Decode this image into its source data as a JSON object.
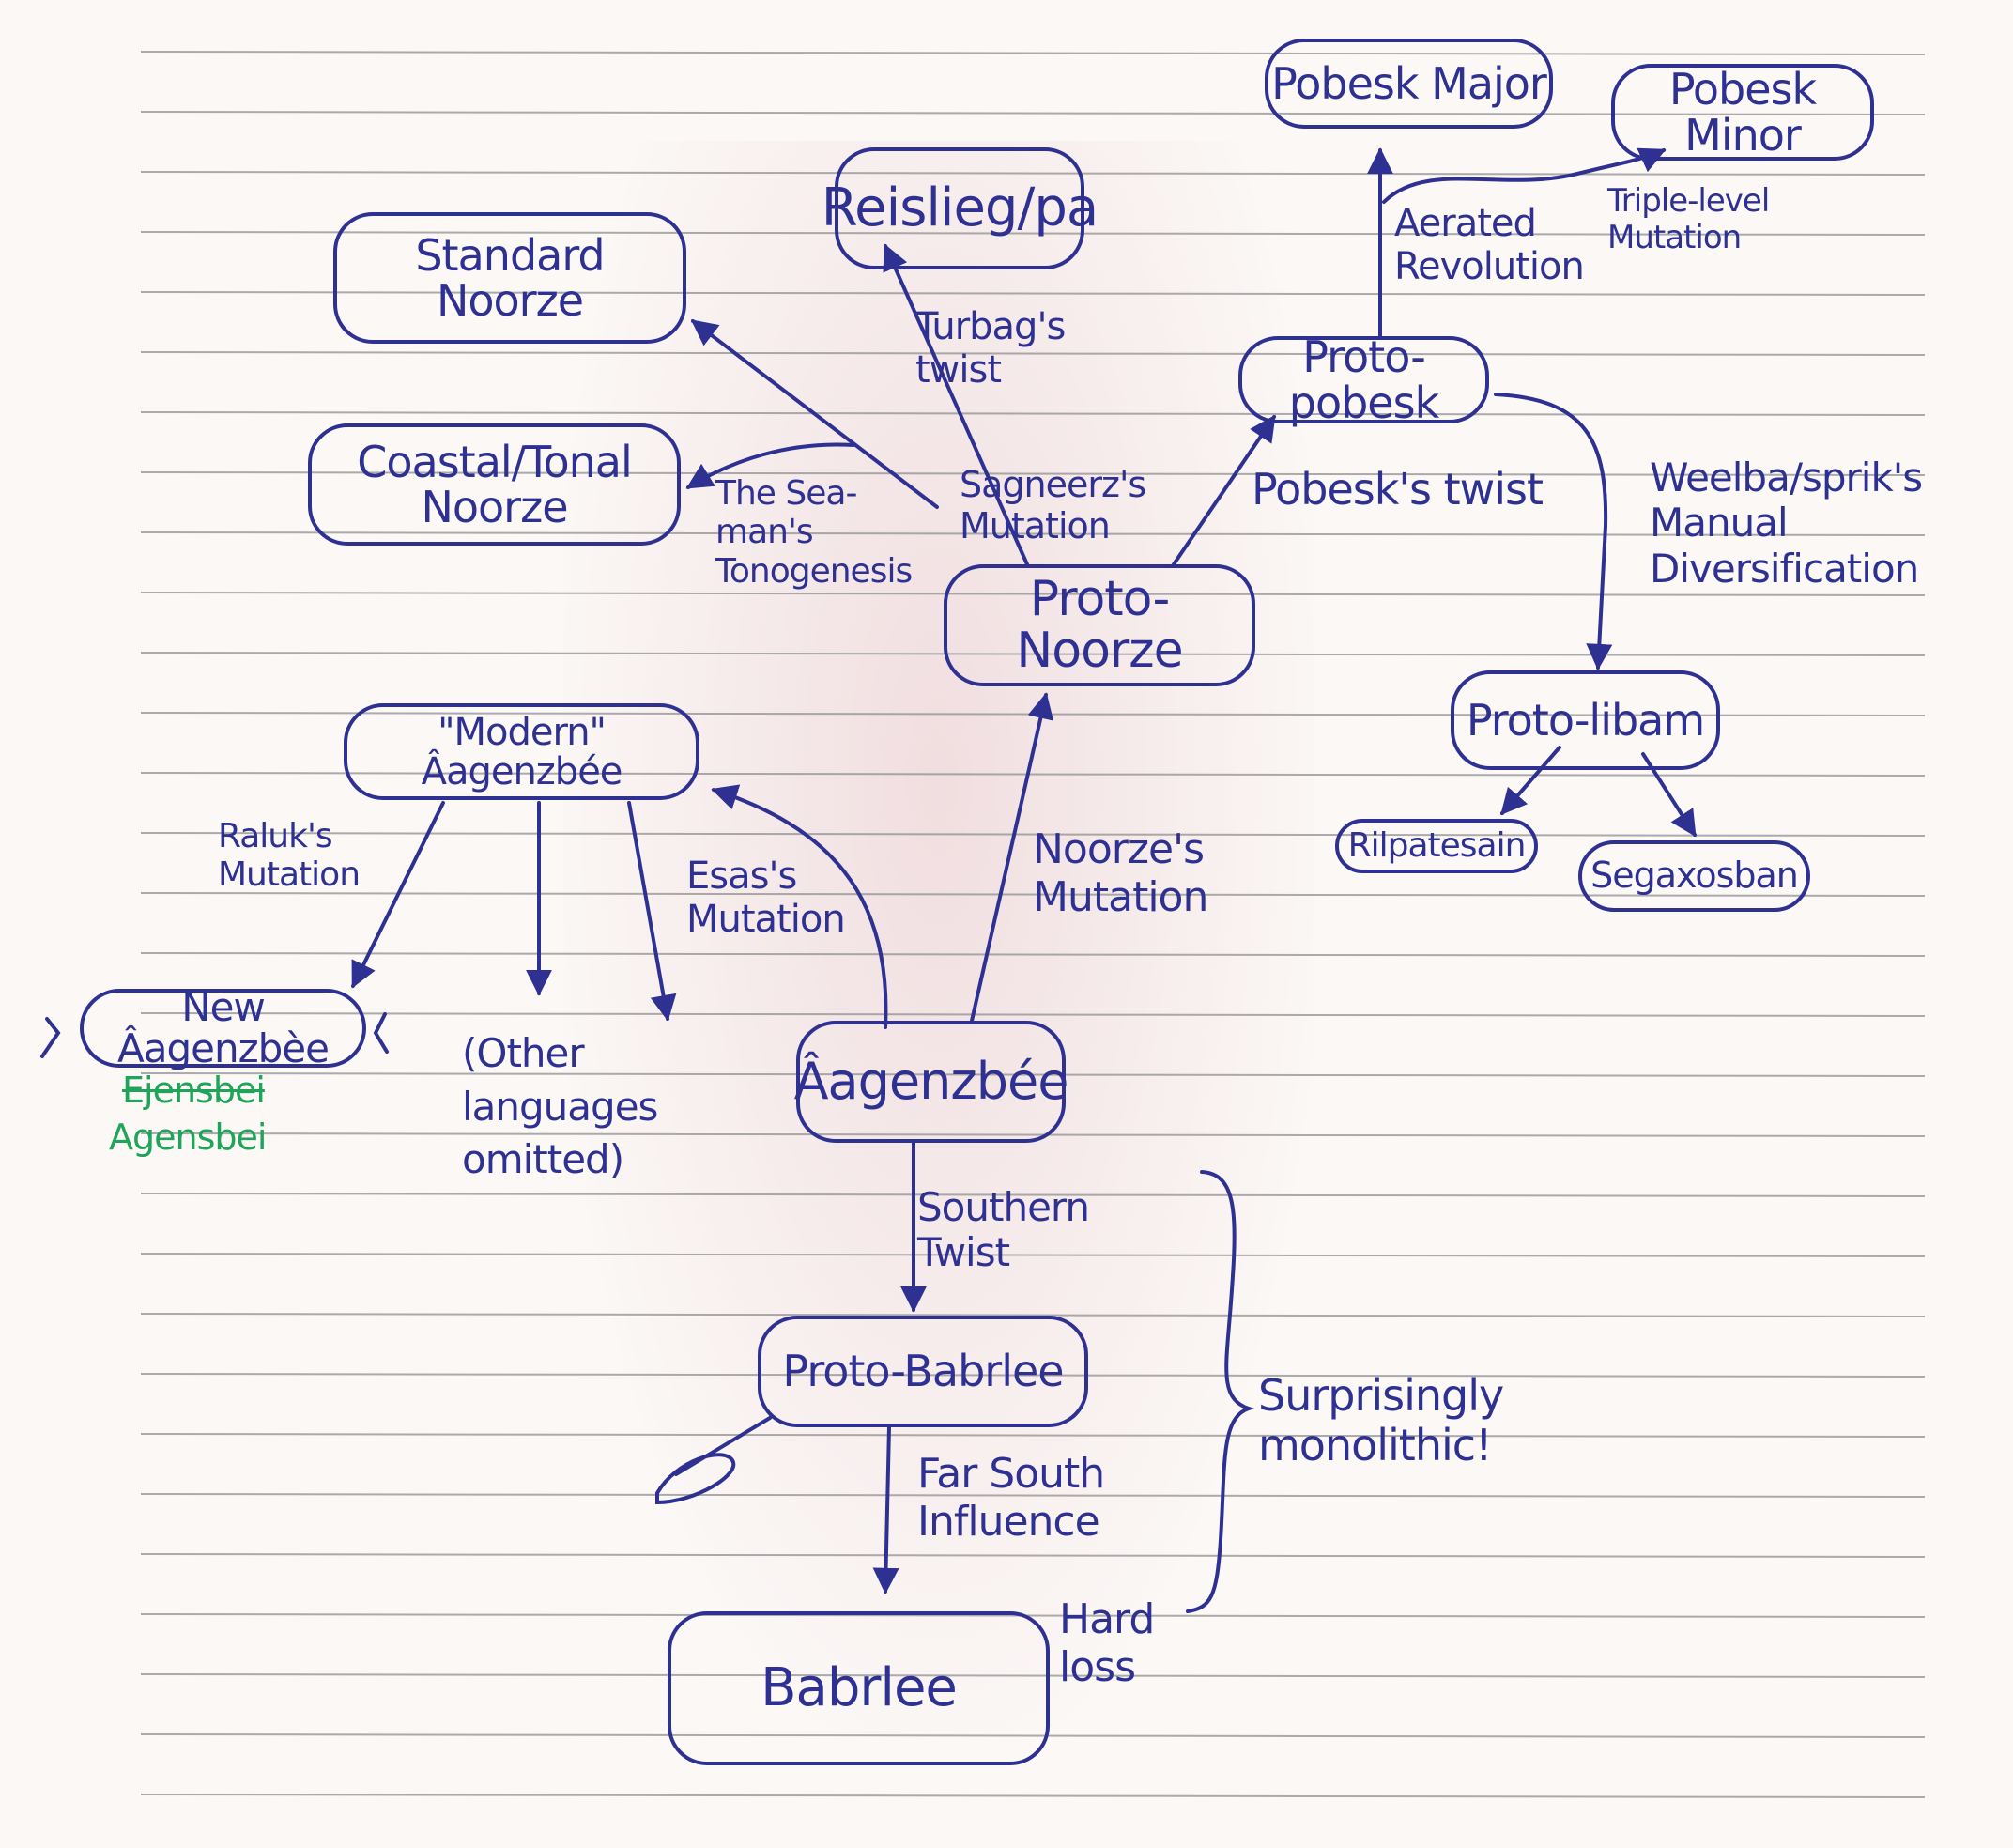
{
  "colors": {
    "ink": "#2e3192",
    "green_ink": "#1fa45a",
    "paper": "#fbf8f6",
    "rule_line": "#8a8a8a"
  },
  "nodes": {
    "pobesk_major": "Pobesk Major",
    "pobesk_minor": "Pobesk Minor",
    "reisliegfpa": "Reislieg/pa",
    "standard_noorze": "Standard Noorze",
    "coastal_noorze": "Coastal/Tonal Noorze",
    "proto_pobesk": "Proto-pobesk",
    "proto_noorze": "Proto-Noorze",
    "proto_libam": "Proto-libam",
    "rilpatesain": "Rilpatesain",
    "segaxosban": "Segaxosban",
    "modern_aagenzbee": "\"Modern\" Âagenzbée",
    "new_aagenzbee": "New Âagenzbèe",
    "aagenzbee": "Âagenzbée",
    "proto_babrlee": "Proto-Babrlee",
    "babrlee": "Babrlee"
  },
  "labels": {
    "aerated_revolution": "Aerated Revolution",
    "triple_level": "Triple-level Mutation",
    "turbags_twist": "Turbag's twist",
    "sagneerz": "Sagneerz's Mutation",
    "seamans": "The Sea-man's Tonogenesis",
    "pobesks_twist": "Pobesk's twist",
    "weelba": "Weelba/sprik's Manual Diversification",
    "raluk": "Raluk's Mutation",
    "esas": "Esas's Mutation",
    "noorzes": "Noorze's Mutation",
    "other_languages": "(Other languages omitted)",
    "ejensbei": "Ejensbei",
    "agensbei": "Agensbei",
    "southern_twist": "Southern Twist",
    "far_south": "Far South Influence",
    "hard_loss": "Hard loss",
    "monolithic": "Surprisingly monolithic!"
  }
}
